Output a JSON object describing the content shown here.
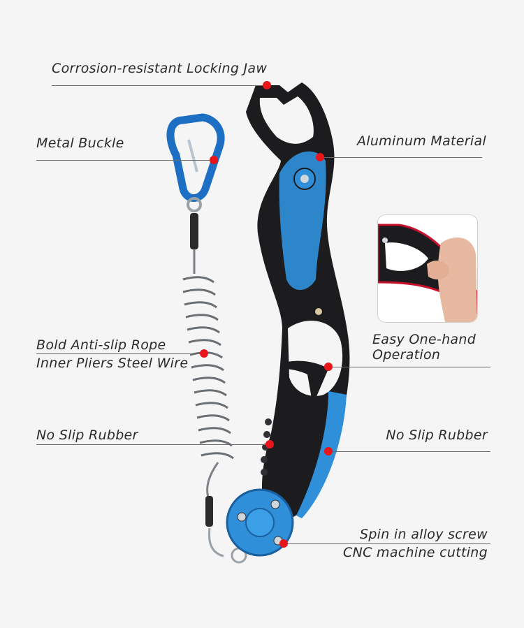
{
  "labels": {
    "jaw": "Corrosion-resistant Locking Jaw",
    "buckle": "Metal Buckle",
    "aluminum": "Aluminum Material",
    "rope_line1": "Bold Anti-slip Rope",
    "rope_line2": "Inner Pliers Steel Wire",
    "onehand_line1": "Easy One-hand",
    "onehand_line2": "Operation",
    "rubber_left": "No Slip Rubber",
    "rubber_right": "No Slip Rubber",
    "screw_line1": "Spin in alloy screw",
    "screw_line2": "CNC machine cutting"
  },
  "colors": {
    "accent_blue": "#2f8fd8",
    "body_black": "#1c1c1e",
    "callout_dot": "#e8151b",
    "background": "#f5f5f5"
  }
}
